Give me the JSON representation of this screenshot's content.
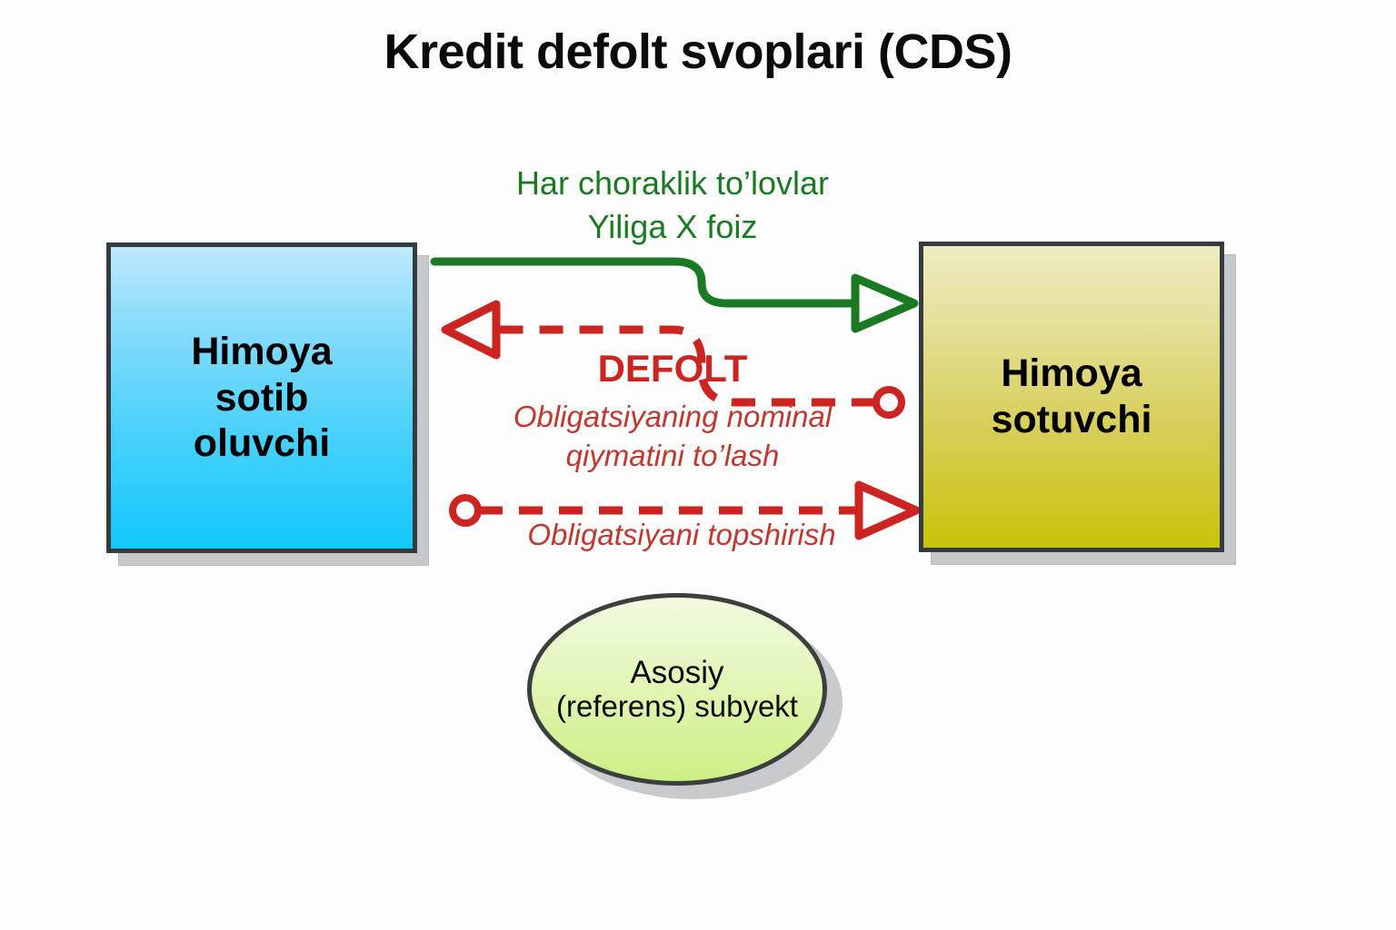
{
  "page": {
    "title": "Kredit defolt svoplari (CDS)",
    "background_color": "#ffffff"
  },
  "colors": {
    "green": "#1a7a23",
    "red": "#cc2420",
    "red_text": "#c0392f",
    "box_border": "#343c42",
    "shadow": "#c6c9cb",
    "buyer_fill_top": "#bfeafc",
    "buyer_fill_bottom": "#12c8fb",
    "seller_fill_top": "#eeecc0",
    "seller_fill_bottom": "#c8c40a",
    "ellipse_fill_top": "#f2fbdf",
    "ellipse_fill_bottom": "#cdee86"
  },
  "nodes": {
    "buyer": {
      "label": "Himoya\nsotib\noluvchi",
      "line1": "Himoya",
      "line2": "sotib",
      "line3": "oluvchi"
    },
    "seller": {
      "label": "Himoya\nsotuvchi",
      "line1": "Himoya",
      "line2": "sotuvchi"
    },
    "reference_entity": {
      "line1": "Asosiy",
      "line2": "(referens) subyekt"
    }
  },
  "flows": {
    "premium": {
      "line1": "Har choraklik to’lovlar",
      "line2": "Yiliga X foiz",
      "direction": "buyer-to-seller",
      "style": "solid",
      "color": "#1a7a23"
    },
    "default_event": {
      "label": "DEFOLT",
      "color": "#cc2420"
    },
    "payment": {
      "line1": "Obligatsiyaning nominal",
      "line2": "qiymatini to’lash",
      "direction": "seller-to-buyer",
      "style": "dashed",
      "color": "#c0392f"
    },
    "delivery": {
      "label": "Obligatsiyani topshirish",
      "direction": "buyer-to-seller",
      "style": "dashed",
      "color": "#c0392f"
    }
  }
}
